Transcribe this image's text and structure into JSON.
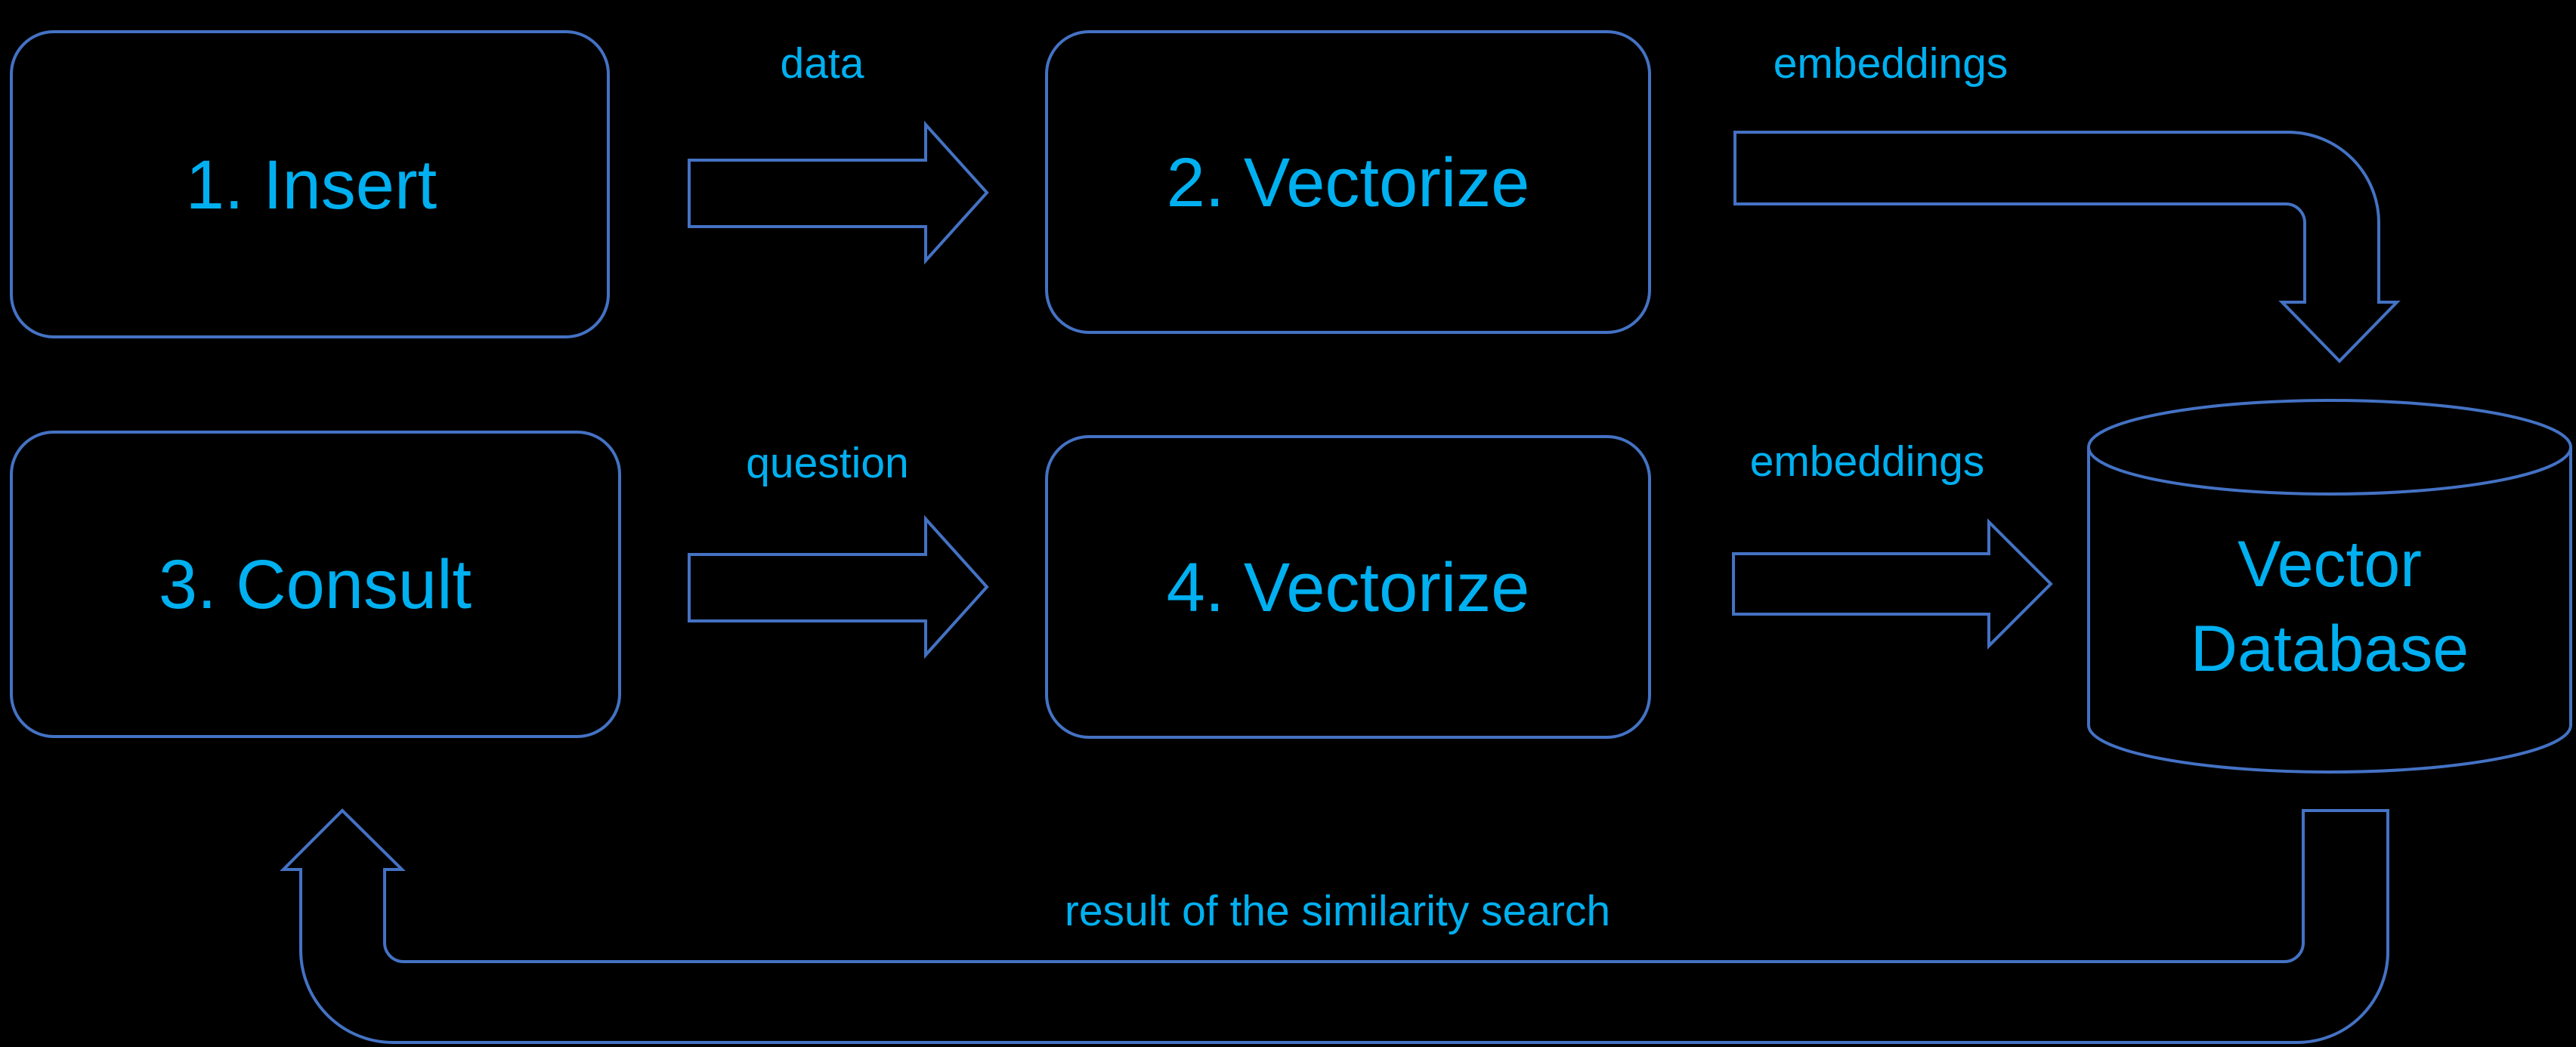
{
  "diagram": {
    "title": "vector database insert and consult flow",
    "colors": {
      "background": "#000000",
      "outline": "#4472c4",
      "text": "#00b0f0"
    },
    "nodes": {
      "insert": {
        "label": "1. Insert"
      },
      "vectorize_top": {
        "label": "2. Vectorize"
      },
      "consult": {
        "label": "3. Consult"
      },
      "vectorize_bottom": {
        "label": "4. Vectorize"
      },
      "vector_db": {
        "label_line1": "Vector",
        "label_line2": "Database"
      }
    },
    "edges": {
      "data": {
        "label": "data",
        "from": "1. Insert",
        "to": "2. Vectorize"
      },
      "embeddings_top": {
        "label": "embeddings",
        "from": "2. Vectorize",
        "to": "Vector Database"
      },
      "question": {
        "label": "question",
        "from": "3. Consult",
        "to": "4. Vectorize"
      },
      "embeddings_bottom": {
        "label": "embeddings",
        "from": "4. Vectorize",
        "to": "Vector Database"
      },
      "result": {
        "label": "result of the similarity search",
        "from": "Vector Database",
        "to": "3. Consult"
      }
    }
  }
}
